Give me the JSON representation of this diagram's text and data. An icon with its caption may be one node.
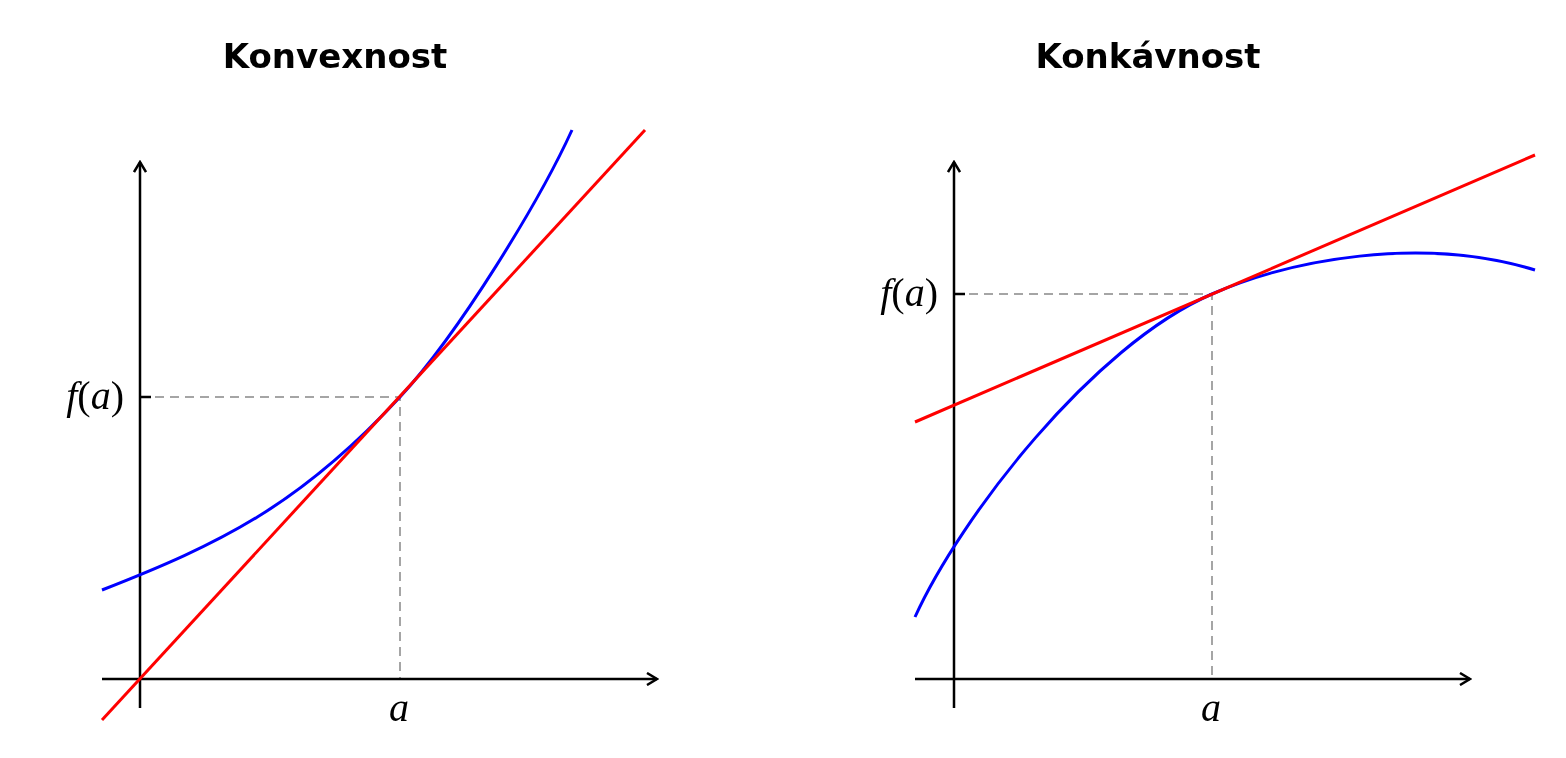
{
  "diagram": {
    "labels": [
      "Konvexnost",
      "Konkávnost",
      "*f*(*a*)",
      "*f*(*a*)",
      "*a*",
      "*a*"
    ]
  }
}
